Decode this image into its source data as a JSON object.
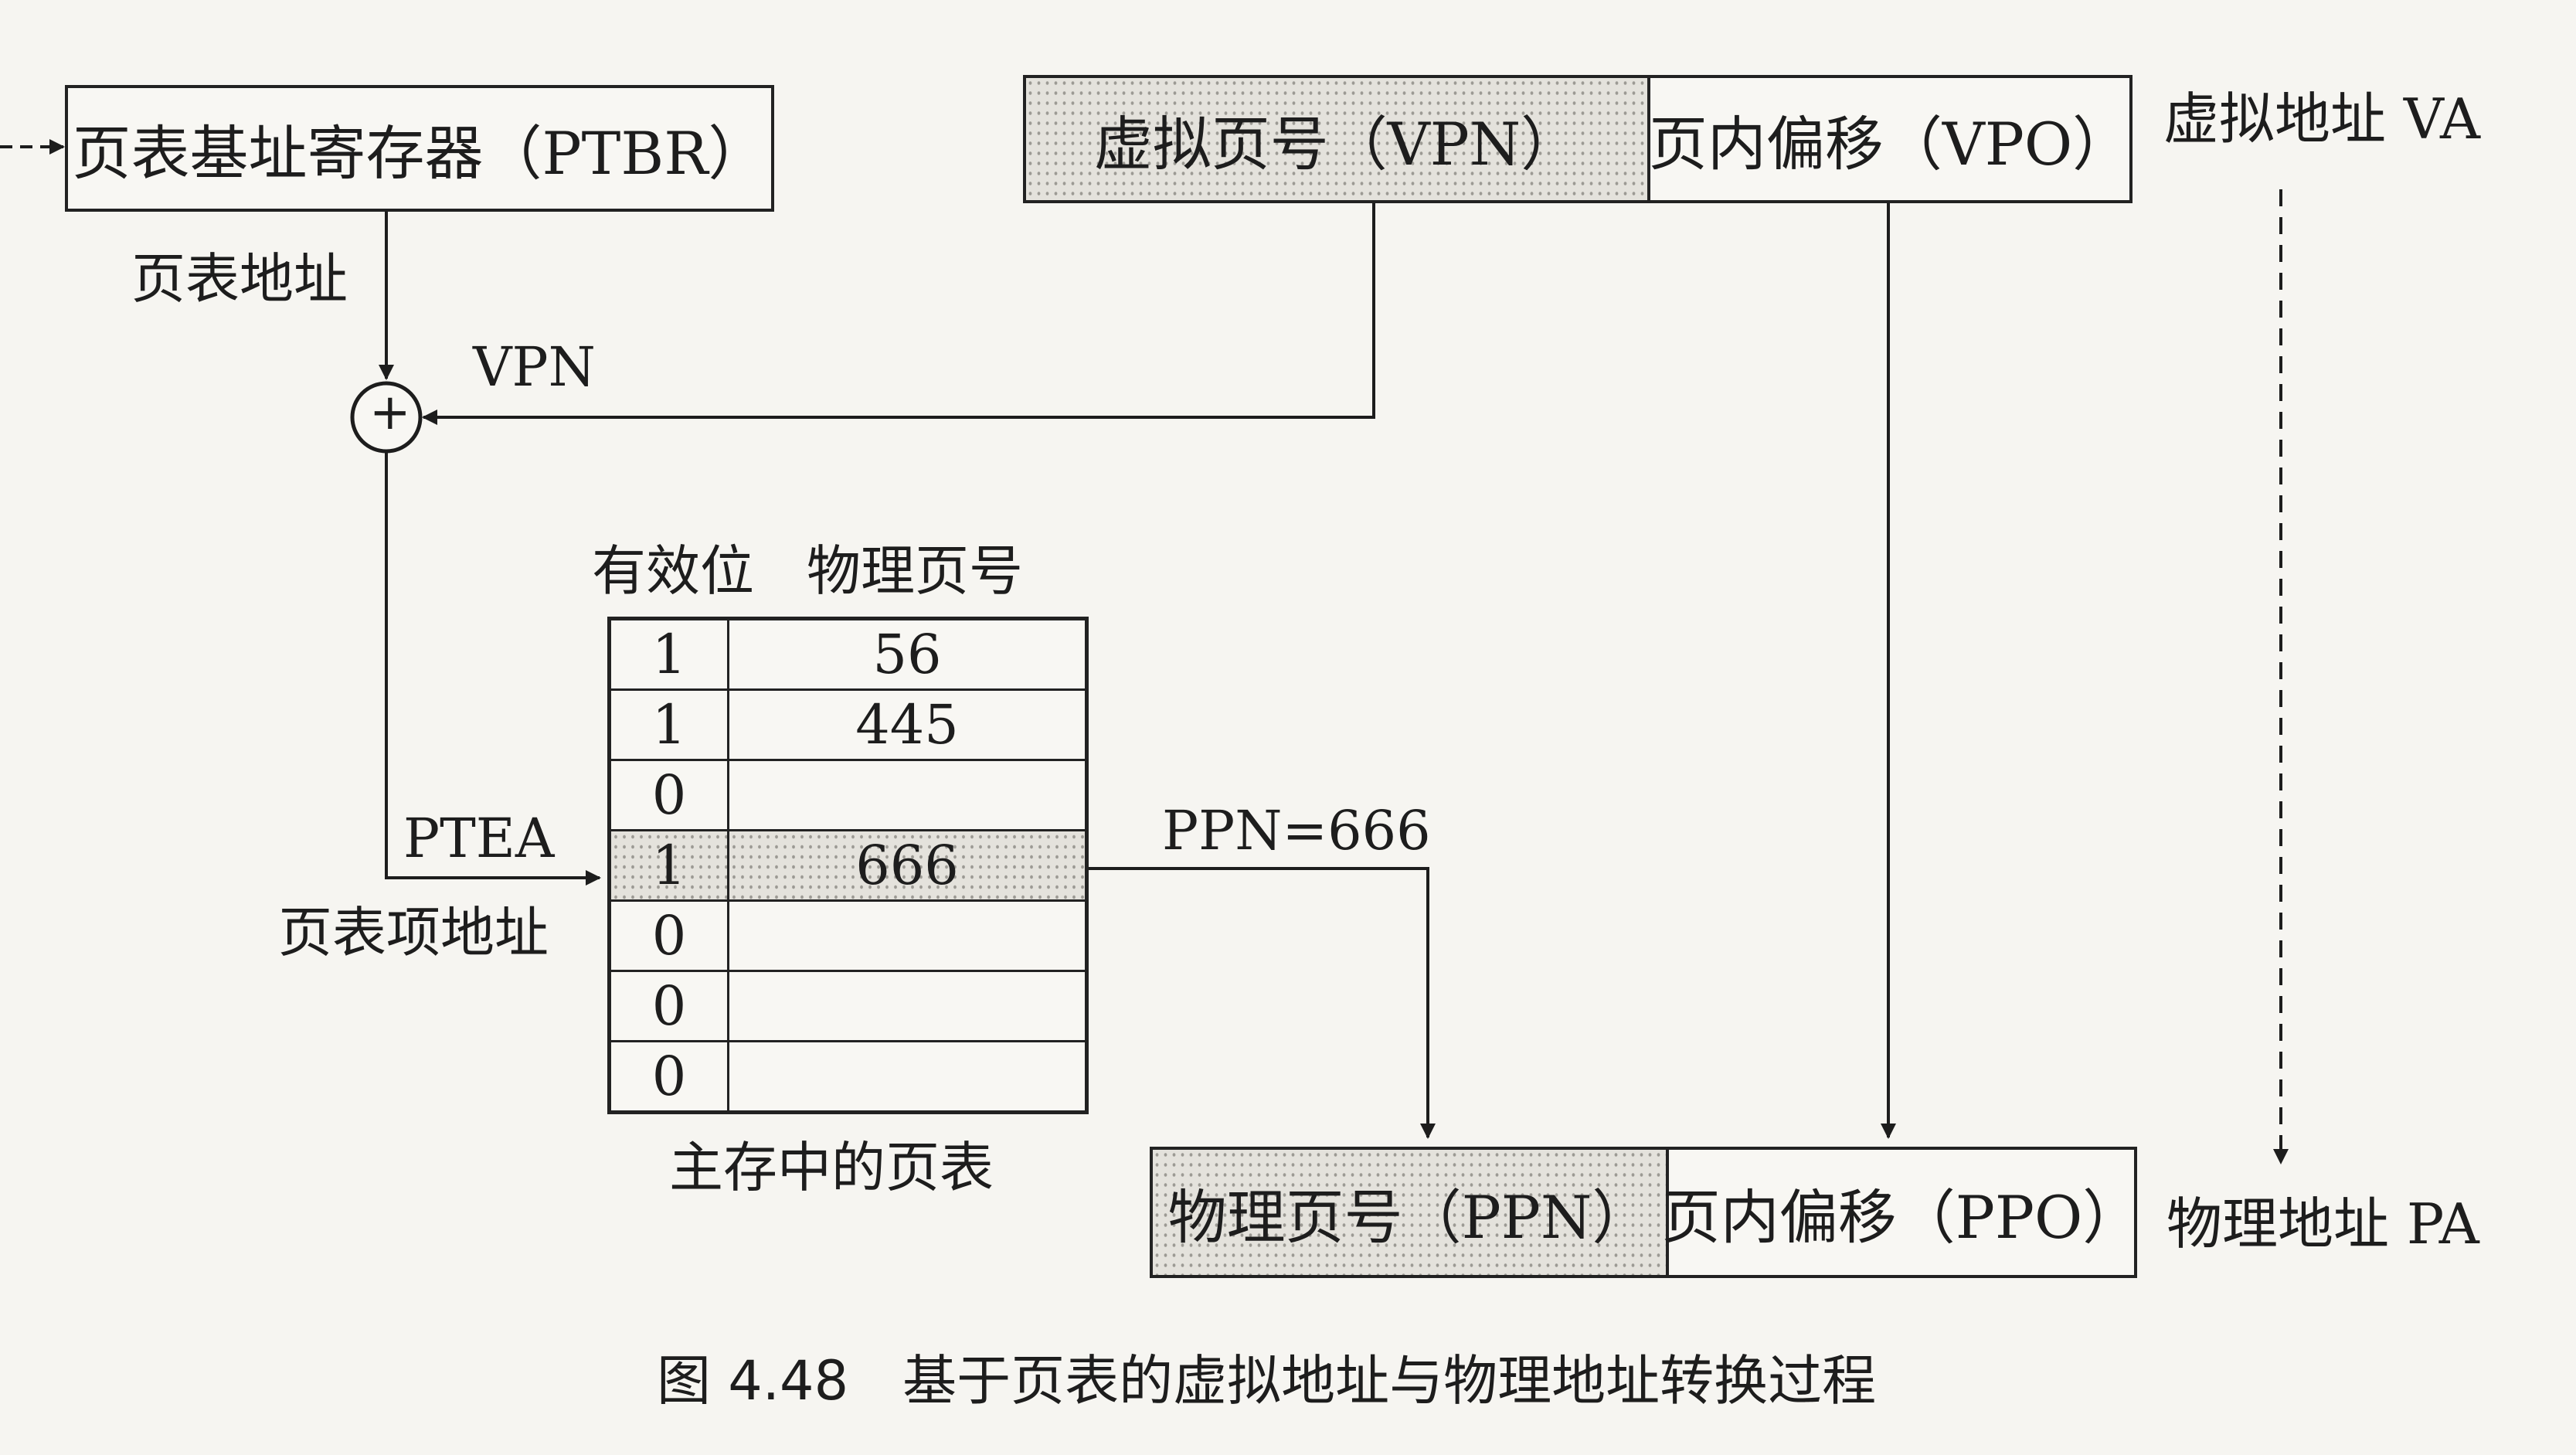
{
  "ptbr": {
    "label": "页表基址寄存器（PTBR）"
  },
  "va": {
    "vpn_label": "虚拟页号（VPN）",
    "vpo_label": "页内偏移（VPO）",
    "side_label": "虚拟地址 VA"
  },
  "pa": {
    "ppn_label": "物理页号（PPN）",
    "ppo_label": "页内偏移（PPO）",
    "side_label": "物理地址 PA"
  },
  "labels": {
    "page_table_address": "页表地址",
    "vpn": "VPN",
    "adder_symbol": "+",
    "ptea": "PTEA",
    "pte_address": "页表项地址",
    "ppn_result": "PPN=666"
  },
  "page_table": {
    "headers": [
      "有效位",
      "物理页号"
    ],
    "rows": [
      {
        "valid": "1",
        "ppn": "56"
      },
      {
        "valid": "1",
        "ppn": "445"
      },
      {
        "valid": "0",
        "ppn": ""
      },
      {
        "valid": "1",
        "ppn": "666"
      },
      {
        "valid": "0",
        "ppn": ""
      },
      {
        "valid": "0",
        "ppn": ""
      },
      {
        "valid": "0",
        "ppn": ""
      }
    ],
    "highlight_row": 3,
    "caption": "主存中的页表"
  },
  "figure_caption": "图 4.48　基于页表的虚拟地址与物理地址转换过程"
}
